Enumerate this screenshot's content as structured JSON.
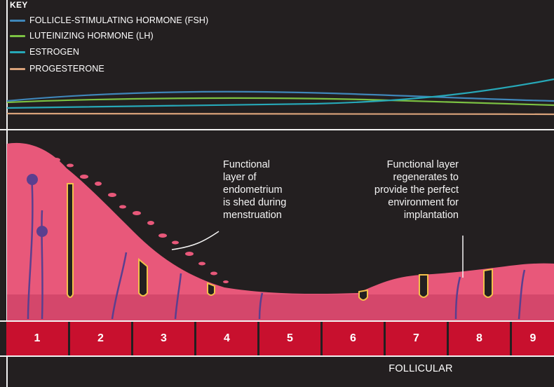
{
  "key": {
    "title": "KEY",
    "items": [
      {
        "label": "FOLLICLE-STIMULATING HORMONE (FSH)",
        "color": "#3f86b9"
      },
      {
        "label": "LUTEINIZING HORMONE (LH)",
        "color": "#7cc243"
      },
      {
        "label": "ESTROGEN",
        "color": "#27a8b8"
      },
      {
        "label": "PROGESTERONE",
        "color": "#d9a27a"
      }
    ]
  },
  "annotations": {
    "shed": "Functional\nlayer of\nendometrium\nis shed during\nmenstruation",
    "regen": "Functional layer\nregenerates to\nprovide the perfect\nenvironment for\nimplantation"
  },
  "days": [
    "1",
    "2",
    "3",
    "4",
    "5",
    "6",
    "7",
    "8",
    "9"
  ],
  "phase_label": "FOLLICULAR",
  "colors": {
    "background": "#231f20",
    "tissue": "#e8587a",
    "tissue_dark": "#c23b5e",
    "vessel": "#5b3f8f",
    "gland_edge": "#f2c04a",
    "day_cell": "#c8102e"
  }
}
